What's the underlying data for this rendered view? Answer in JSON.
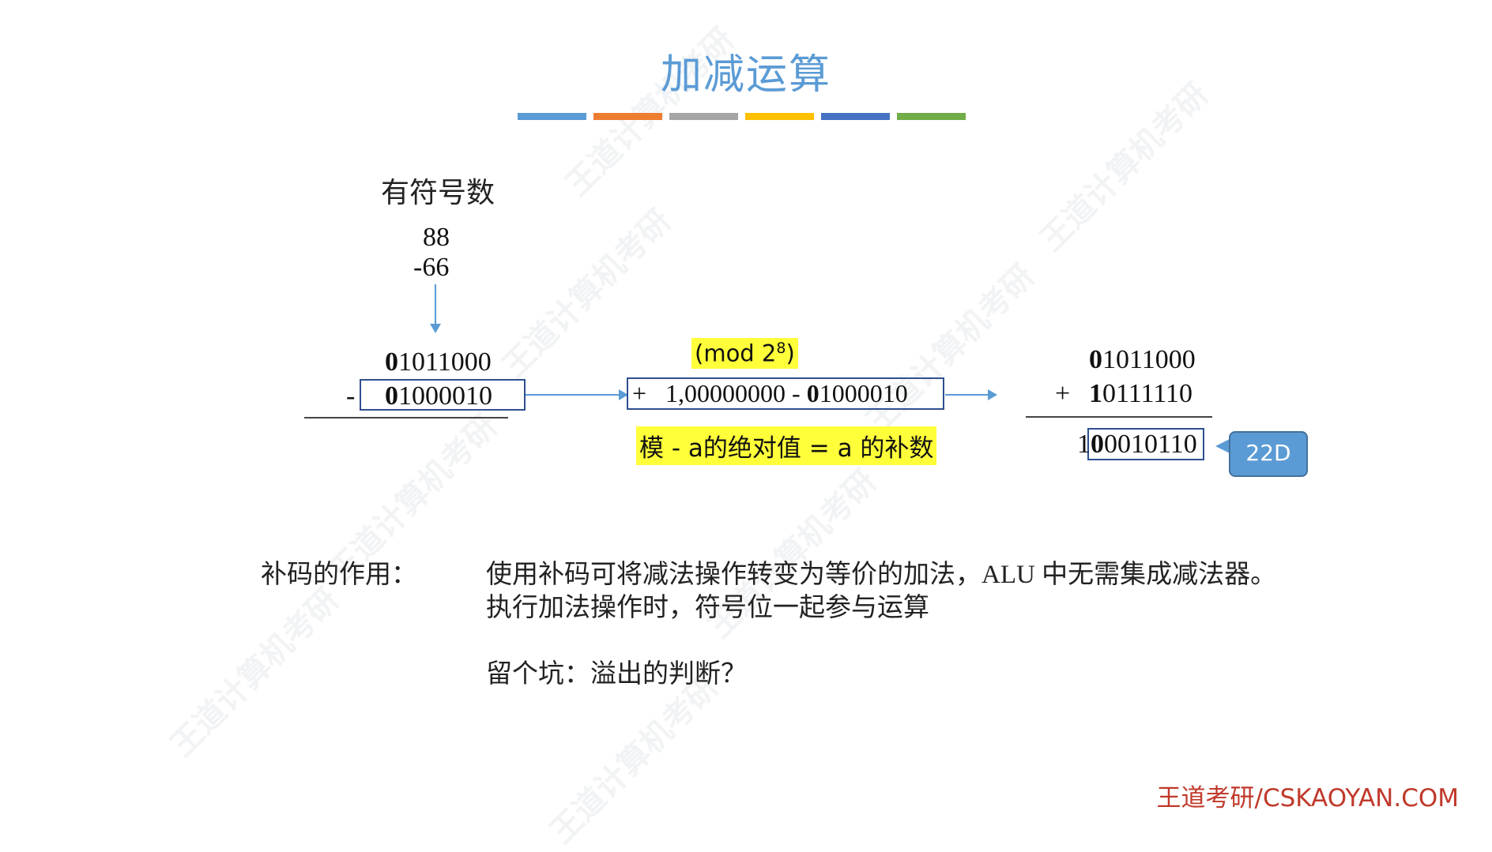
{
  "title": "加减运算",
  "title_bars": [
    {
      "color": "#5b9bd5"
    },
    {
      "color": "#ed7d31"
    },
    {
      "color": "#a5a5a5"
    },
    {
      "color": "#ffc000"
    },
    {
      "color": "#4472c4"
    },
    {
      "color": "#70ad47"
    }
  ],
  "signed_label": "有符号数",
  "operands": {
    "a": "88",
    "b": "-66"
  },
  "left_calc": {
    "line1_sign": "0",
    "line1_rest": "1011000",
    "minus": "-",
    "line2_sign": "0",
    "line2_rest": "1000010"
  },
  "mod_label": "(mod 2",
  "mod_exp": "8",
  "mod_close": ")",
  "middle_expr": {
    "plus": "+",
    "part1": "1,00000000 - ",
    "sign": "0",
    "rest": "1000010"
  },
  "rule_text": "模 - a的绝对值 = a 的补数",
  "right_calc": {
    "line1_sign": "0",
    "line1_rest": "1011000",
    "plus": "+",
    "line2_sign": "1",
    "line2_rest": "0111110",
    "result_overflow": "1",
    "result_sign": "0",
    "result_rest": "0010110"
  },
  "callout": "22D",
  "complement_label": "补码的作用：",
  "complement_lines": [
    "使用补码可将减法操作转变为等价的加法，ALU 中无需集成减法器。",
    "执行加法操作时，符号位一起参与运算"
  ],
  "pit_text": "留个坑：溢出的判断？",
  "footer": "王道考研/CSKAOYAN.COM"
}
